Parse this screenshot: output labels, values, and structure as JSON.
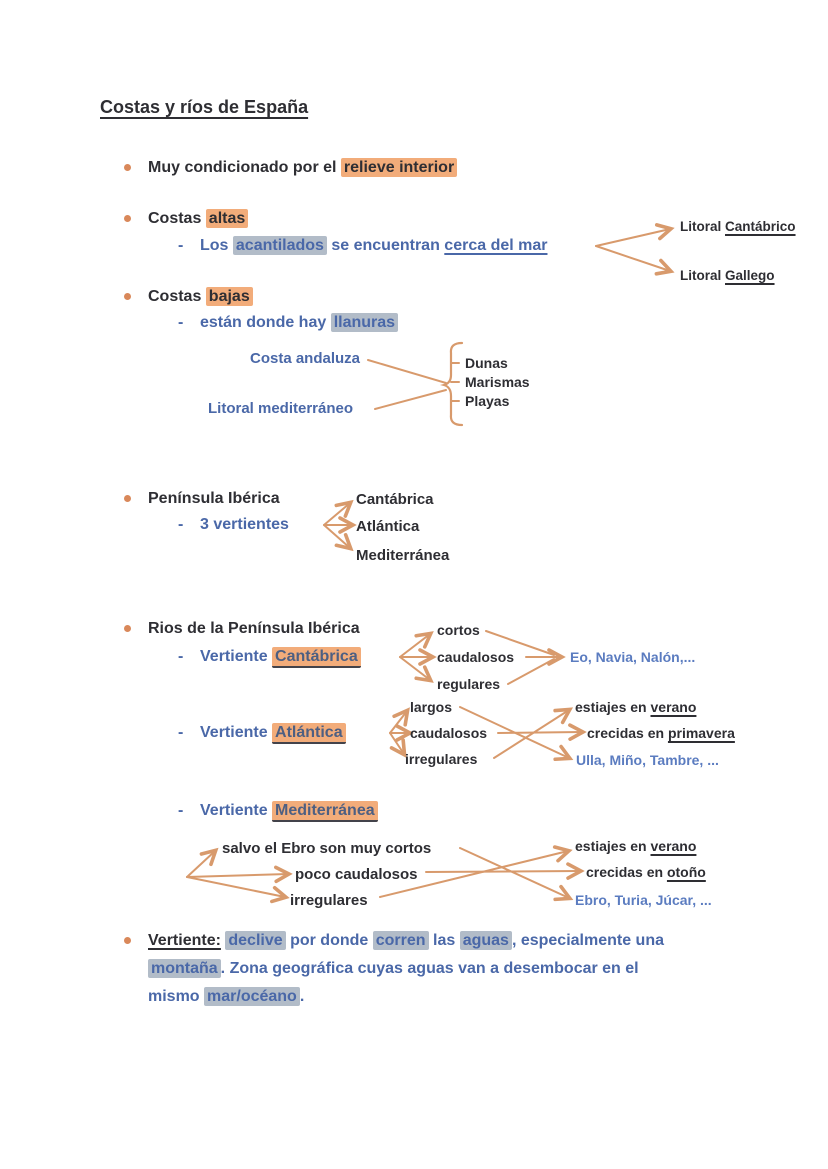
{
  "colors": {
    "ink": "#2e2e33",
    "blue": "#4a68a8",
    "blue_light": "#5b7cc0",
    "arrow_orange": "#d89a6c",
    "highlight_orange": "#f2ac7a",
    "highlight_gray": "#b2bcc8",
    "bullet_orange": "#d9885a"
  },
  "title": "Costas y ríos de España",
  "intro": {
    "pre": "Muy condicionado por el ",
    "hl": "relieve interior"
  },
  "altas": {
    "pre": "Costas ",
    "hl": "altas",
    "dash": "-",
    "sub_pre": "Los ",
    "sub_hl": "acantilados",
    "sub_mid": " se encuentran ",
    "sub_ul": "cerca del mar",
    "lit1_pre": "Litoral ",
    "lit1_ul": "Cantábrico",
    "lit2_pre": "Litoral ",
    "lit2_ul": "Gallego"
  },
  "bajas": {
    "pre": "Costas ",
    "hl": "bajas",
    "dash": "-",
    "sub_pre": "están donde hay ",
    "sub_hl": "llanuras",
    "src1": "Costa andaluza",
    "src2": "Litoral mediterráneo",
    "features": [
      "Dunas",
      "Marismas",
      "Playas"
    ]
  },
  "peninsula": {
    "label": "Península Ibérica",
    "dash": "-",
    "sub": "3 vertientes",
    "vertientes": [
      "Cantábrica",
      "Atlántica",
      "Mediterránea"
    ]
  },
  "rios": {
    "label": "Rios de la Península Ibérica",
    "cant": {
      "dash": "-",
      "pre": "Vertiente ",
      "name": "Cantábrica",
      "traits": [
        "cortos",
        "caudalosos",
        "regulares"
      ],
      "rivers": "Eo, Navia, Nalón,..."
    },
    "atl": {
      "dash": "-",
      "pre": "Vertiente ",
      "name": "Atlántica",
      "traits": [
        "largos",
        "caudalosos",
        "irregulares"
      ],
      "res1_pre": "estiajes en ",
      "res1_ul": "verano",
      "res2_pre": "crecidas en ",
      "res2_ul": "primavera",
      "rivers": "Ulla, Miño, Tambre, ..."
    },
    "med": {
      "dash": "-",
      "pre": "Vertiente ",
      "name": "Mediterránea",
      "traits": [
        "salvo el Ebro son muy cortos",
        "poco caudalosos",
        "irregulares"
      ],
      "res1_pre": "estiajes en ",
      "res1_ul": "verano",
      "res2_pre": "crecidas en ",
      "res2_ul": "otoño",
      "rivers": "Ebro, Turia, Júcar, ..."
    }
  },
  "definition": {
    "term": "Vertiente:",
    "l1a": " ",
    "l1h1": "declive",
    "l1b": " por donde ",
    "l1h2": "corren",
    "l1c": " las ",
    "l1h3": "aguas",
    "l1d": ", especialmente una",
    "l2h1": "montaña",
    "l2a": ". Zona geográfica cuyas aguas van a desembocar en el",
    "l3a": "mismo ",
    "l3h1": "mar/océano",
    "l3b": "."
  }
}
